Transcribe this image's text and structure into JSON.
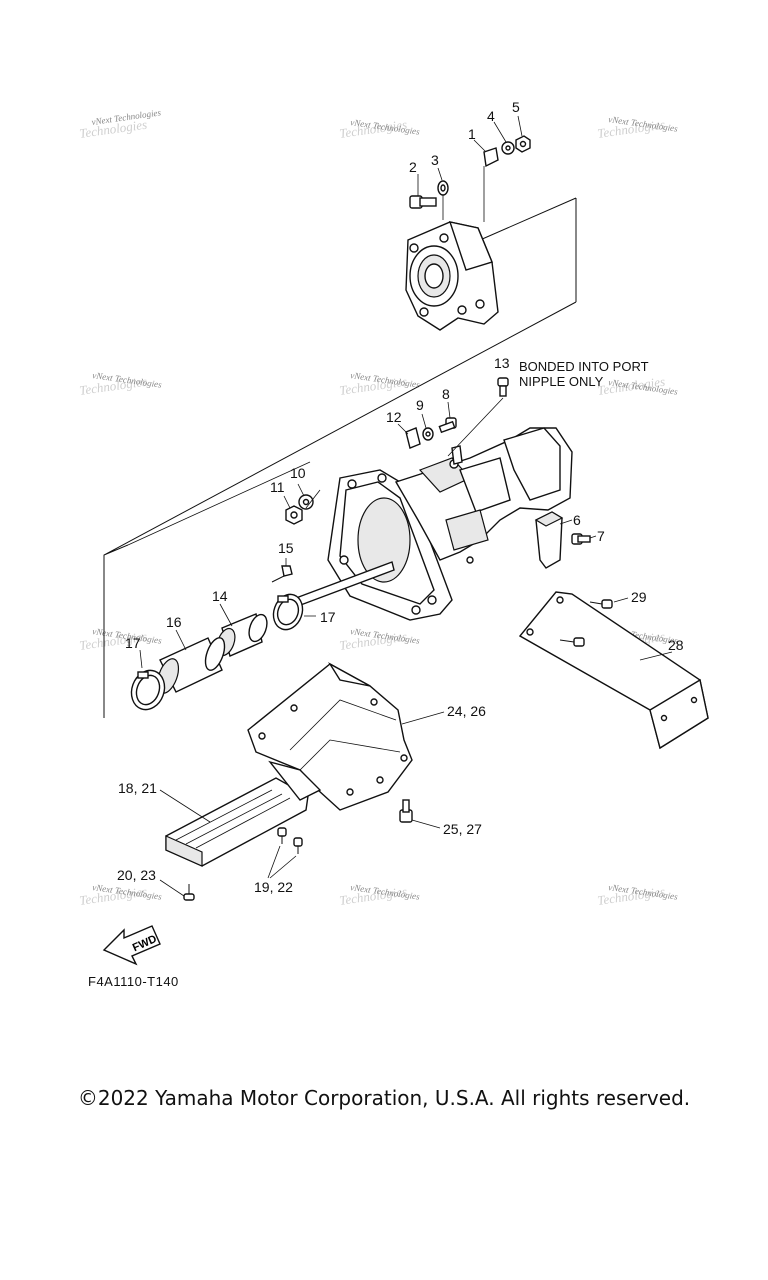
{
  "callouts": {
    "c1": "1",
    "c2": "2",
    "c3": "3",
    "c4": "4",
    "c5": "5",
    "c6": "6",
    "c7": "7",
    "c8": "8",
    "c9": "9",
    "c10": "10",
    "c11": "11",
    "c12": "12",
    "c13": "13",
    "c14": "14",
    "c15": "15",
    "c16": "16",
    "c17a": "17",
    "c17b": "17",
    "c18_21": "18, 21",
    "c19_22": "19, 22",
    "c20_23": "20, 23",
    "c24_26": "24, 26",
    "c25_27": "25, 27",
    "c28": "28",
    "c29": "29"
  },
  "note": {
    "line1": "BONDED INTO PORT",
    "line2": "NIPPLE ONLY"
  },
  "fwd_label": "FWD",
  "diagram_code": "F4A1110-T140",
  "watermark": {
    "line1": "vNext Technologies",
    "line2": "Technologies"
  },
  "copyright": "©2022 Yamaha Motor Corporation, U.S.A. All rights reserved."
}
